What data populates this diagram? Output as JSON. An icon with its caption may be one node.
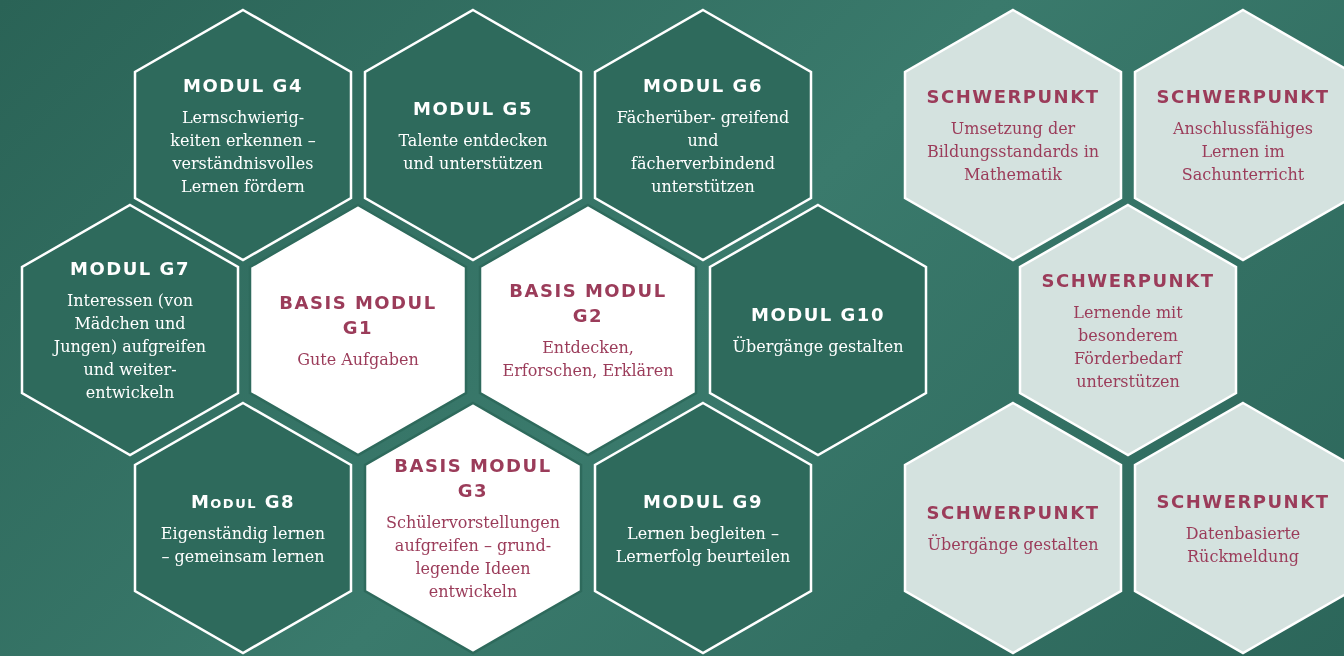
{
  "diagram": {
    "nodes": [
      {
        "text": [
          "MODUL G4",
          "Lernschwierig- keiten erkennen – verständnisvolles Lernen fördern"
        ]
      },
      {
        "text": [
          "MODUL G5",
          "Talente entdecken und unterstützen"
        ]
      },
      {
        "text": [
          "MODUL G6",
          "Fächerüber- greifend und fächerverbindend unterstützen"
        ]
      },
      {
        "text": [
          "MODUL G7",
          "Interessen (von Mädchen und Jungen) aufgreifen und weiter- entwickeln"
        ]
      },
      {
        "text": [
          "BASIS MODUL G1",
          "Gute Aufgaben"
        ]
      },
      {
        "text": [
          "BASIS MODUL G2",
          "Entdecken, Erforschen, Erklären"
        ]
      },
      {
        "text": [
          "MODUL G10",
          "Übergänge gestalten"
        ]
      },
      {
        "text": [
          "Modul G8",
          "Eigenständig lernen – gemeinsam lernen"
        ]
      },
      {
        "text": [
          "BASIS MODUL G3",
          "Schülervorstellungen aufgreifen – grund- legende Ideen entwickeln"
        ]
      },
      {
        "text": [
          "MODUL G9",
          "Lernen begleiten – Lernerfolg beurteilen"
        ]
      },
      {
        "text": [
          "SCHWERPUNKT",
          "Umsetzung der Bildungsstandards in Mathematik"
        ]
      },
      {
        "text": [
          "SCHWERPUNKT",
          "Anschlussfähiges Lernen im Sachunterricht"
        ]
      },
      {
        "text": [
          "SCHWERPUNKT",
          "Lernende mit besonderem Förderbedarf unterstützen"
        ]
      },
      {
        "text": [
          "SCHWERPUNKT",
          "Übergänge gestalten"
        ]
      },
      {
        "text": [
          "SCHWERPUNKT",
          "Datenbasierte Rückmeldung"
        ]
      }
    ]
  }
}
